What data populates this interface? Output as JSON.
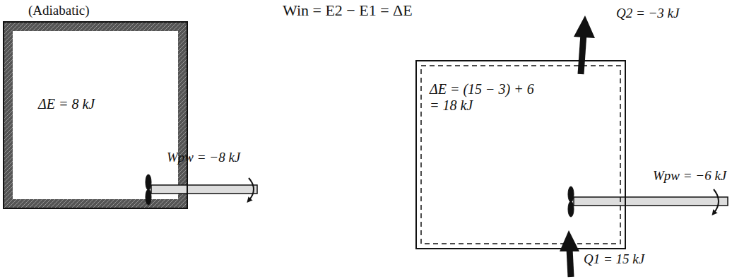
{
  "diagram": {
    "nodes": [
      {
        "text": [
          "(Adiabatic)",
          "ΔE = 8 kJ"
        ]
      },
      {
        "text": [
          "ΔE = (15 − 3) + 6 = 18 kJ"
        ]
      }
    ],
    "edges": [],
    "labels": [
      "Win = E2 − E1 = ΔE",
      "Wpw = −8 kJ",
      "Q2 = −3 kJ",
      "Wpw = −6 kJ",
      "Q1 = 15 kJ"
    ]
  }
}
